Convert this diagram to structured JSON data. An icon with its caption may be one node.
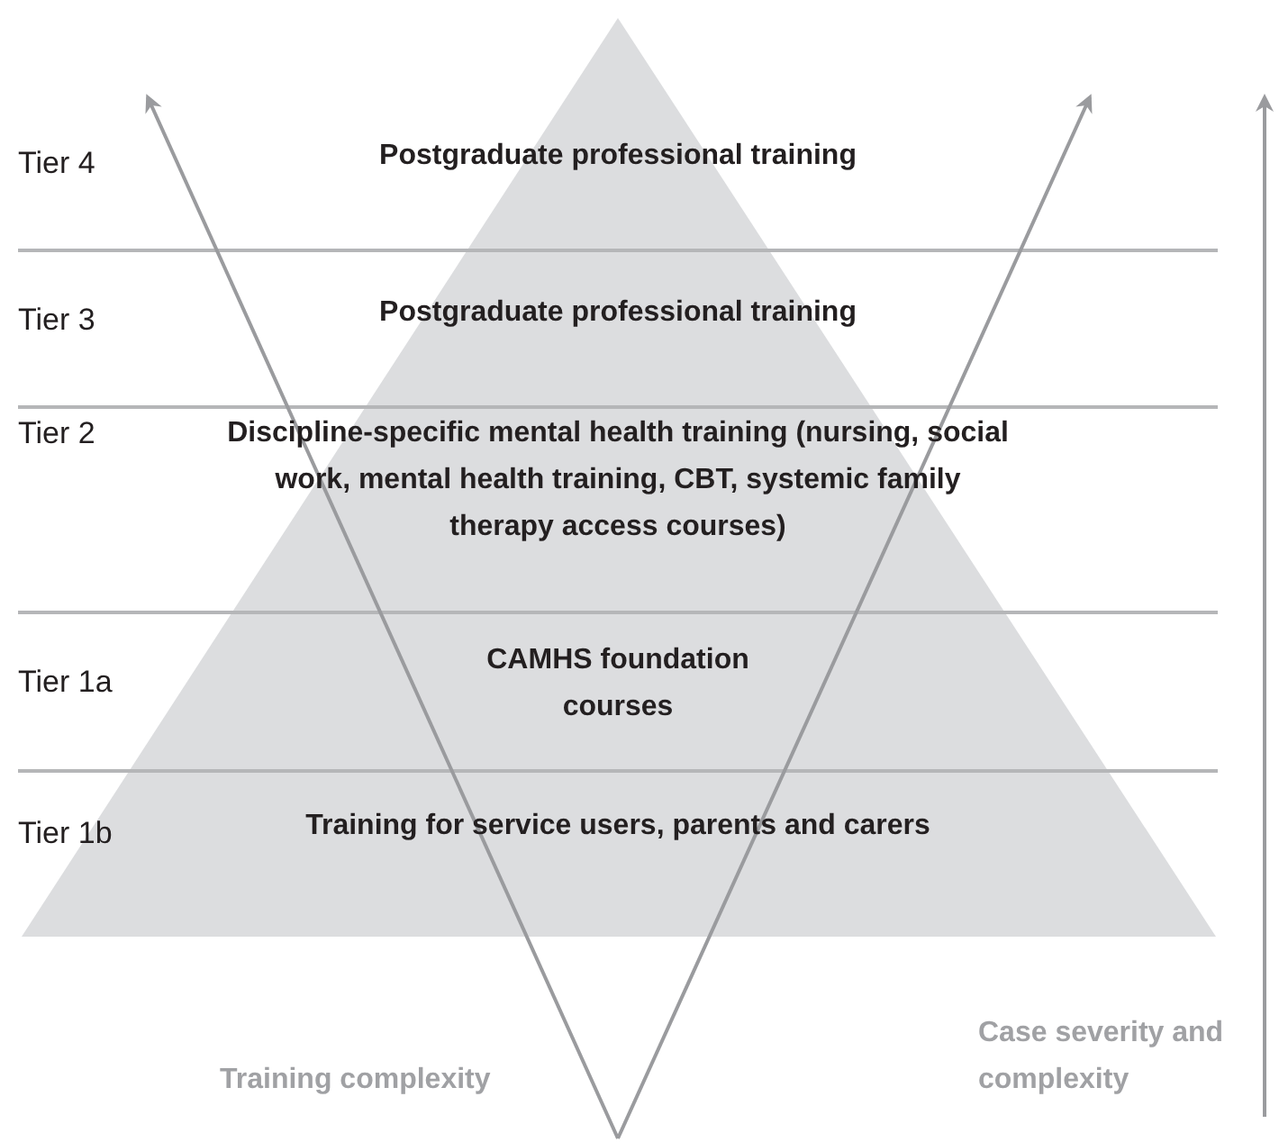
{
  "diagram": {
    "nodes": [
      {
        "text": [
          "Tier 4",
          "Postgraduate professional training"
        ]
      },
      {
        "text": [
          "Tier 3",
          "Postgraduate professional training"
        ]
      },
      {
        "text": [
          "Tier 2",
          "Discipline-specific mental health training (nursing, social work, mental health training, CBT, systemic family therapy access courses)"
        ]
      },
      {
        "text": [
          "Tier 1a",
          "CAMHS foundation courses"
        ]
      },
      {
        "text": [
          "Tier 1b",
          "Training for service users, parents and carers"
        ]
      }
    ],
    "labels": [
      "Training complexity",
      "Case severity and complexity"
    ]
  }
}
